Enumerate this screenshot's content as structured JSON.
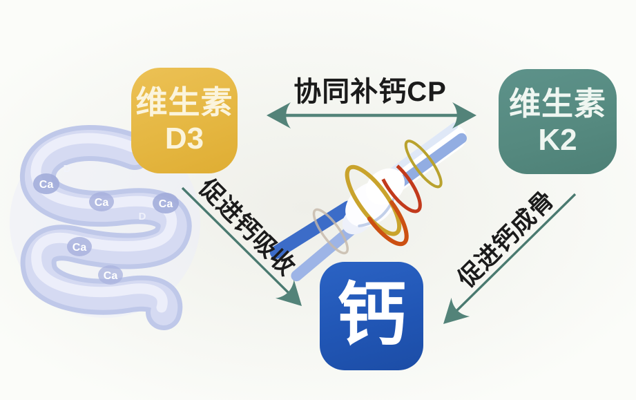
{
  "nodes": {
    "d3": {
      "line1": "维生素",
      "line2": "D3"
    },
    "k2": {
      "line1": "维生素",
      "line2": "K2"
    },
    "calcium": {
      "label": "钙"
    }
  },
  "relations": {
    "top_between_d3_k2": "协同补钙CP",
    "d3_to_calcium": "促进钙吸收",
    "k2_to_calcium": "促进钙成骨"
  },
  "illustrations": {
    "intestine": {
      "name": "small-intestine-absorbing-calcium",
      "ca_label": "Ca",
      "d_label": "D"
    },
    "bone": {
      "name": "bone-joint-with-strength-rings"
    }
  },
  "colors": {
    "d3_box": "#e5b742",
    "k2_box": "#55897f",
    "calcium_box": "#2156b5",
    "arrow_teal": "#538379",
    "label_text": "#1b1b1b",
    "intestine_tint": "#bcc5e8",
    "background": "#f4f5f0"
  }
}
